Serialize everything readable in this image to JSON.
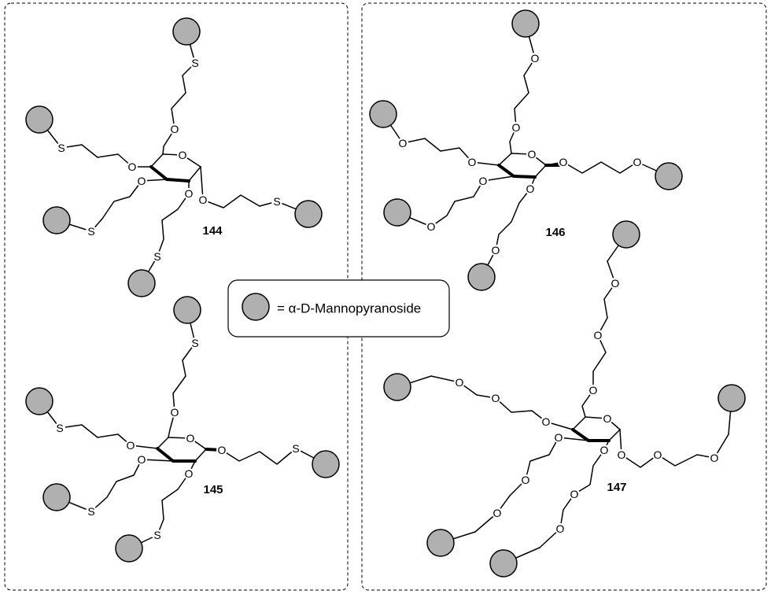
{
  "legend": {
    "text": "= α-D-Mannopyranoside"
  },
  "atoms": {
    "sulfur": "S",
    "oxygen": "O"
  },
  "compounds": [
    {
      "id": "144",
      "label": "144",
      "linker": "S",
      "anomer": "alpha"
    },
    {
      "id": "145",
      "label": "145",
      "linker": "S",
      "anomer": "beta"
    },
    {
      "id": "146",
      "label": "146",
      "linker": "O",
      "anomer": "beta"
    },
    {
      "id": "147",
      "label": "147",
      "linker": "O",
      "anomer": "alpha"
    }
  ],
  "colors": {
    "mannoside_fill": "#b0b0b0",
    "line": "#000000"
  }
}
